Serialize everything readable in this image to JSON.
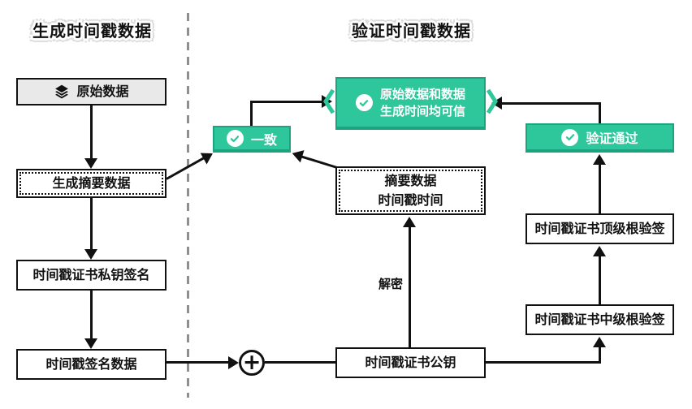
{
  "titles": {
    "left": "生成时间戳数据",
    "right": "验证时间戳数据"
  },
  "generate": {
    "original_data": "原始数据",
    "make_digest": "生成摘要数据",
    "private_key_sign": "时间戳证书私钥签名",
    "signed_data": "时间戳签名数据"
  },
  "verify": {
    "consistent": "一致",
    "trusted_line1": "原始数据和数据",
    "trusted_line2": "生成时间均可信",
    "digest_line1": "摘要数据",
    "digest_line2": "时间戳时间",
    "decrypt": "解密",
    "combine_symbol": "+",
    "public_key": "时间戳证书公钥",
    "pass": "验证通过",
    "top_root_verify": "时间戳证书顶级根验签",
    "mid_root_verify": "时间戳证书中级根验签"
  },
  "colors": {
    "green": "#2ec79b",
    "green_dark": "#1aa47f",
    "box_gray": "#e9e9e9",
    "ink": "#111111",
    "divider_gray": "#8f8f8f"
  }
}
